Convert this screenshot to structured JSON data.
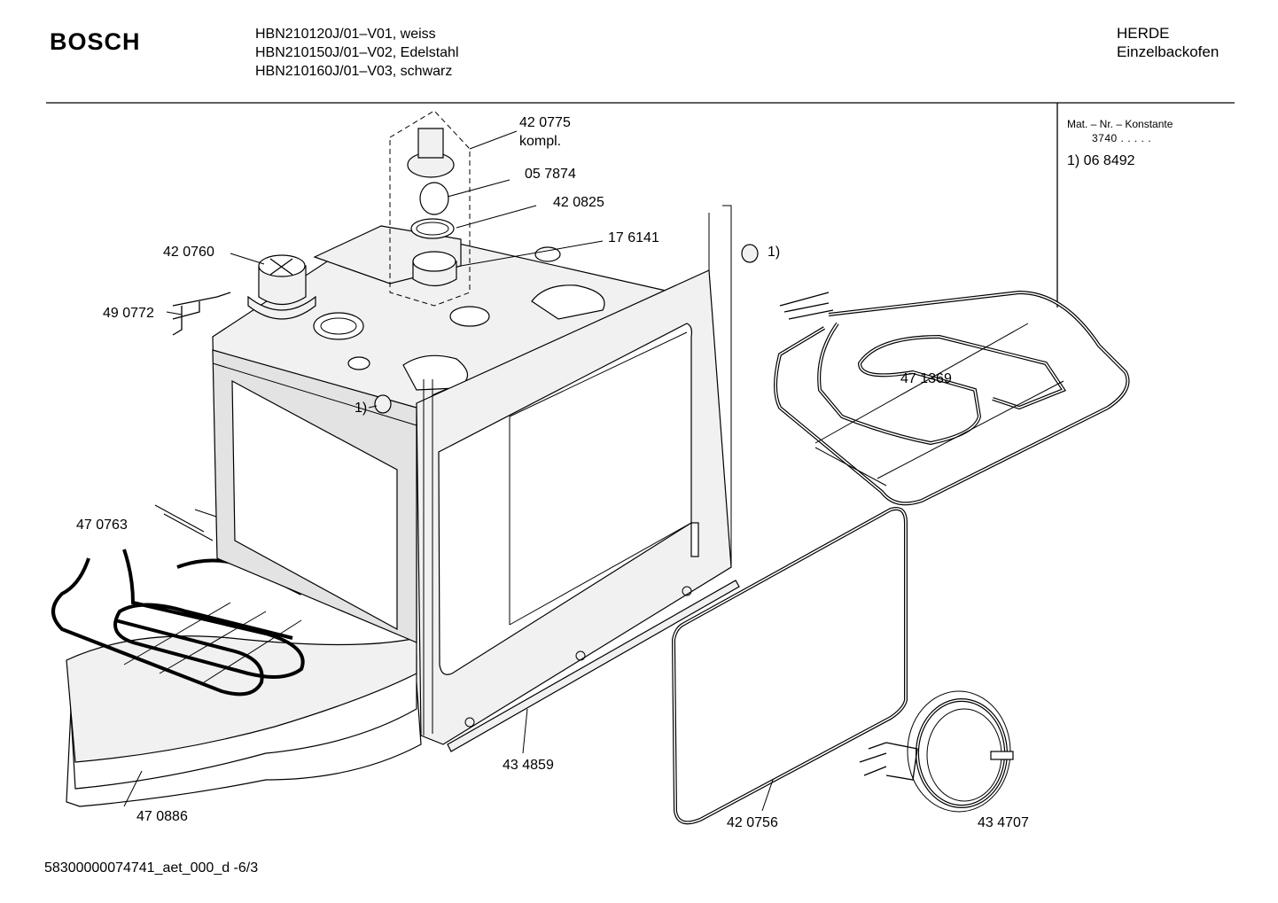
{
  "header": {
    "brand": "BOSCH",
    "models": [
      "HBN210120J/01–V01, weiss",
      "HBN210150J/01–V02, Edelstahl",
      "HBN210160J/01–V03, schwarz"
    ],
    "category": "HERDE",
    "subcategory": "Einzelbackofen"
  },
  "sidebar": {
    "konstante_label": "Mat. – Nr. – Konstante",
    "konstante_value": "3740  .  .  .  .  .",
    "footnote": "1) 06 8492"
  },
  "parts": [
    "42 0775",
    "kompl.",
    "05 7874",
    "42 0825",
    "17 6141",
    "1)",
    "42 0760",
    "49 0772",
    "1)",
    "47 1369",
    "47 0763",
    "43 4859",
    "42 0756",
    "43 4707",
    "47 0886"
  ],
  "footer": {
    "doc_id": "58300000074741_aet_000_d  -6/3"
  }
}
